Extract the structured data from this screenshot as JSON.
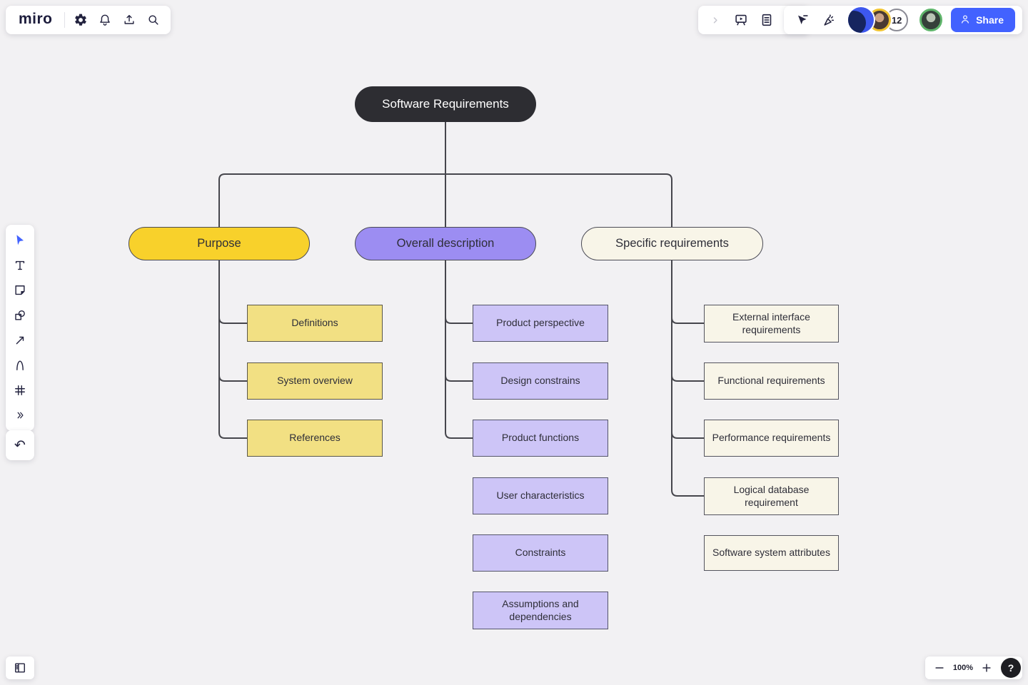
{
  "header": {
    "logo": "miro",
    "share_label": "Share",
    "collaborator_count": "12"
  },
  "icons": {
    "undo_glyph": "↶",
    "names": [
      "settings-gear",
      "notifications-bell",
      "export-upload",
      "search",
      "collapse-chevron",
      "presentation-mode",
      "notes-document",
      "more-panels",
      "collaborator-cursors",
      "reactions-party",
      "select-cursor",
      "text-tool",
      "sticky-note",
      "shapes",
      "connector-arrow",
      "pen",
      "frame",
      "more-tools",
      "undo",
      "side-panel",
      "zoom-out",
      "zoom-in",
      "help"
    ]
  },
  "footer": {
    "zoom_level": "100%",
    "help_label": "?"
  },
  "diagram": {
    "root": "Software Requirements",
    "branches": [
      {
        "label": "Purpose",
        "children": [
          "Definitions",
          "System overview",
          "References"
        ]
      },
      {
        "label": "Overall description",
        "children": [
          "Product perspective",
          "Design constrains",
          "Product functions",
          "User characteristics",
          "Constraints",
          "Assumptions and dependencies"
        ]
      },
      {
        "label": "Specific requirements",
        "children": [
          "External interface requirements",
          "Functional requirements",
          "Performance requirements",
          "Logical database requirement",
          "Software system attributes"
        ]
      }
    ]
  },
  "colors": {
    "canvas_bg": "#f2f1f3",
    "brand_blue": "#4262ff",
    "root_fill": "#2d2d32",
    "root_text": "#ffffff",
    "yellow_pill": "#f8d12b",
    "yellow_child": "#f2e083",
    "purple_pill": "#9c8df2",
    "purple_child": "#cdc5f7",
    "cream": "#f8f5e8",
    "connector": "#46464c",
    "node_border": "#54545e",
    "node_text": "#2e2e38",
    "avatar_ring_yellow": "#f0c330",
    "avatar_ring_green": "#5fb56b",
    "help_bg": "#1e1e23"
  }
}
